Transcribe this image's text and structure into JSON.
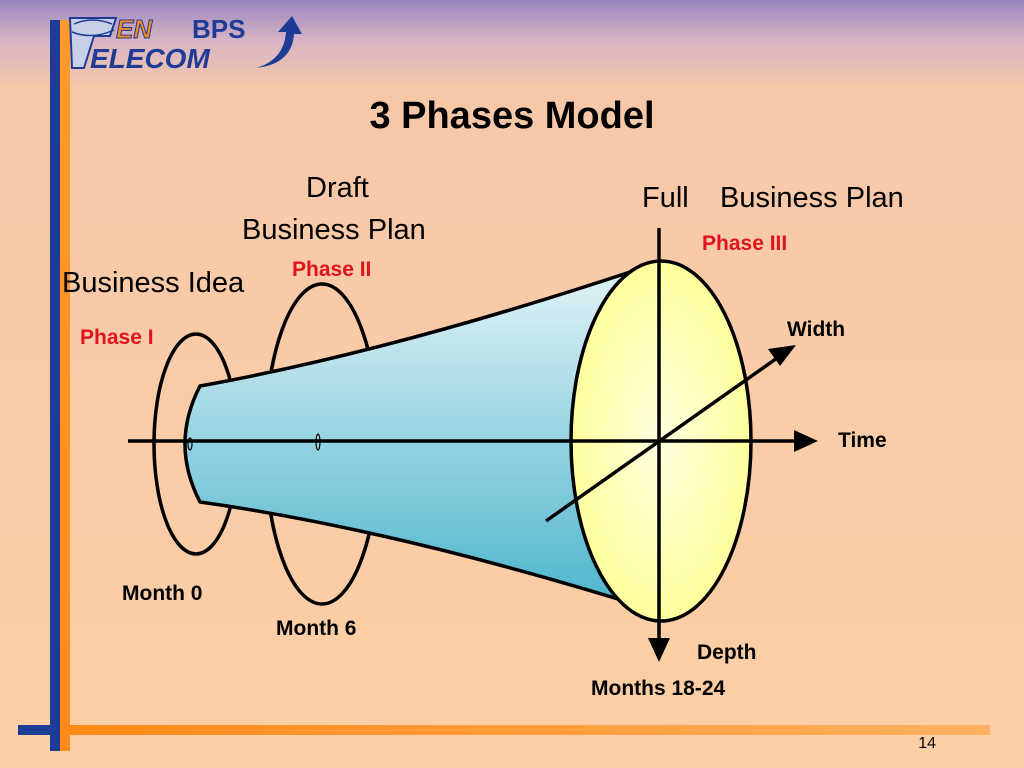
{
  "logo": {
    "line1_left": "EN",
    "line1_right": "BPS",
    "line2": "ELECOM"
  },
  "title": "3 Phases Model",
  "stages": {
    "idea": "Business Idea",
    "draft_line1": "Draft",
    "draft_line2": "Business Plan",
    "full_word": "Full",
    "full_rest": "Business Plan"
  },
  "phases": {
    "p1": "Phase I",
    "p2": "Phase II",
    "p3": "Phase III"
  },
  "axes": {
    "time": "Time",
    "width": "Width",
    "depth": "Depth"
  },
  "months": {
    "m0": "Month 0",
    "m6": "Month 6",
    "m18": "Months 18-24"
  },
  "page_number": "14",
  "colors": {
    "cone_top": "#e4f4f8",
    "cone_bottom": "#4ab4cc",
    "ellipse_fill": "#ffffa0",
    "phase_red": "#e0141e",
    "bar_blue": "#1e3c96",
    "bar_orange": "#ff8a18"
  }
}
